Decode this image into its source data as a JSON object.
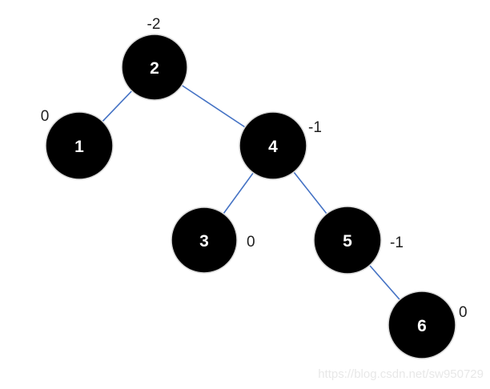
{
  "colors": {
    "background": "#ffffff",
    "edge": "#4472c4",
    "node_fill": "#000000",
    "node_border": "#d9d9d9",
    "node_text": "#ffffff",
    "balance_text": "#1f1f1f",
    "watermark_text": "#e8e8e8"
  },
  "tree": {
    "type": "binary-tree-diagram",
    "description": "AVL binary tree with balance factors",
    "nodes": [
      {
        "id": "2",
        "label": "2",
        "balance": "-2",
        "balance_position": "above"
      },
      {
        "id": "1",
        "label": "1",
        "balance": "0",
        "balance_position": "upper-left"
      },
      {
        "id": "4",
        "label": "4",
        "balance": "-1",
        "balance_position": "upper-right"
      },
      {
        "id": "3",
        "label": "3",
        "balance": "0",
        "balance_position": "right"
      },
      {
        "id": "5",
        "label": "5",
        "balance": "-1",
        "balance_position": "right"
      },
      {
        "id": "6",
        "label": "6",
        "balance": "0",
        "balance_position": "upper-right"
      }
    ],
    "edges": [
      {
        "from": "2",
        "to": "1"
      },
      {
        "from": "2",
        "to": "4"
      },
      {
        "from": "4",
        "to": "3"
      },
      {
        "from": "4",
        "to": "5"
      },
      {
        "from": "5",
        "to": "6"
      }
    ]
  },
  "watermark": {
    "text": "https://blog.csdn.net/sw950729"
  }
}
